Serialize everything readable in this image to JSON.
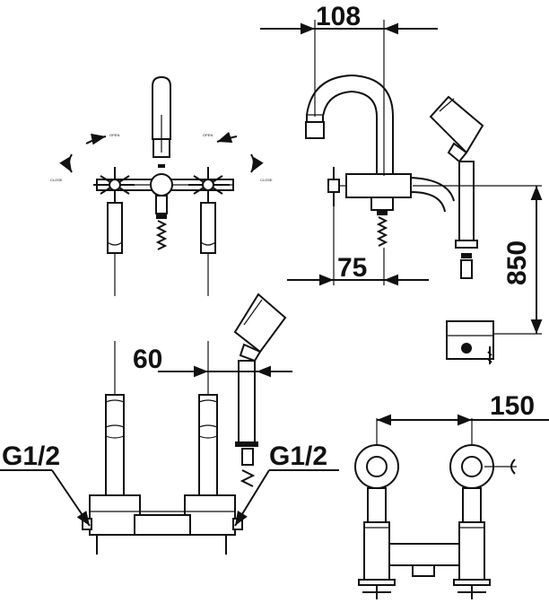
{
  "dimensions": {
    "spout_reach": "108",
    "base_offset": "75",
    "height": "850",
    "wall_spacing": "60",
    "center_distance": "150",
    "inlet_left": "G1/2",
    "inlet_right": "G1/2"
  },
  "rotation_marks": {
    "open_left": "OPEN",
    "open_right": "OPEN",
    "close_left": "CLOSE",
    "close_right": "CLOSE"
  }
}
